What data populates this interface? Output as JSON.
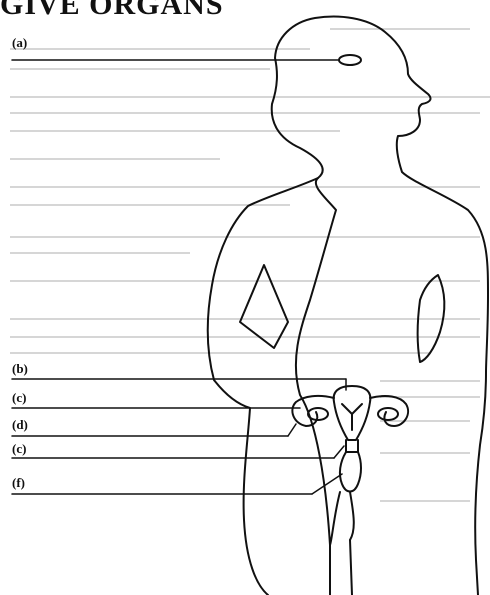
{
  "heading": "GIVE ORGANS",
  "labels": [
    {
      "id": "a",
      "text": "(a)"
    },
    {
      "id": "b",
      "text": "(b)"
    },
    {
      "id": "c1",
      "text": "(c)"
    },
    {
      "id": "d",
      "text": "(d)"
    },
    {
      "id": "c2",
      "text": "(c)"
    },
    {
      "id": "f",
      "text": "(f)"
    }
  ],
  "colors": {
    "ink": "#111111",
    "faded_text": "#d6d6d6",
    "background": "#ffffff"
  }
}
